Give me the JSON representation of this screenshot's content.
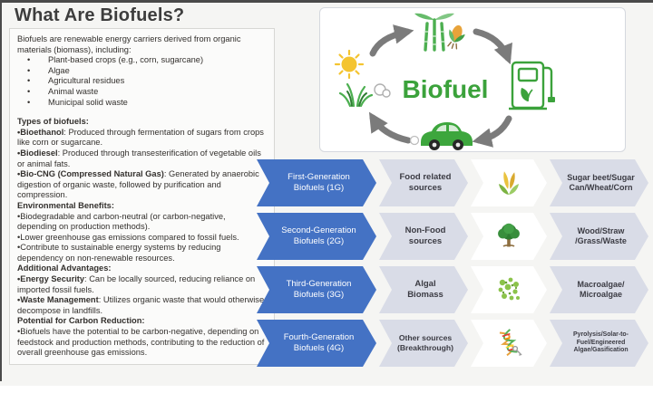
{
  "slide": {
    "title": "What Are Biofuels?"
  },
  "colors": {
    "accent_blue": "#4472C4",
    "light_chevron": "#D9DCE7",
    "biofuel_green": "#3BA23B",
    "arrow_gray": "#7B7B7B"
  },
  "infobox": {
    "intro": "Biofuels are renewable energy carriers derived from organic materials (biomass), including:",
    "intro_bullets": [
      "Plant-based crops (e.g., corn, sugarcane)",
      "Algae",
      "Agricultural residues",
      "Animal waste",
      "Municipal solid waste"
    ],
    "sections": [
      {
        "heading": "Types of biofuels:",
        "items": [
          {
            "lead": "•Bioethanol",
            "text": ": Produced through fermentation of sugars from crops like corn or sugarcane."
          },
          {
            "lead": "•Biodiesel",
            "text": ": Produced through transesterification of vegetable oils or animal fats."
          },
          {
            "lead": "•Bio-CNG (Compressed Natural Gas)",
            "text": ": Generated by anaerobic digestion of organic waste, followed by purification and compression."
          }
        ]
      },
      {
        "heading": "Environmental Benefits:",
        "items": [
          {
            "lead": "",
            "text": "•Biodegradable and carbon-neutral (or carbon-negative, depending on production methods)."
          },
          {
            "lead": "",
            "text": "•Lower greenhouse gas emissions compared to fossil fuels."
          },
          {
            "lead": "",
            "text": "•Contribute to sustainable energy systems by reducing dependency on non-renewable resources."
          }
        ]
      },
      {
        "heading": "Additional Advantages:",
        "items": [
          {
            "lead": "•Energy Security",
            "text": ": Can be locally sourced, reducing reliance on imported fossil fuels."
          },
          {
            "lead": "•Waste Management",
            "text": ": Utilizes organic waste that would otherwise decompose in landfills."
          }
        ]
      },
      {
        "heading": "Potential for Carbon Reduction:",
        "items": [
          {
            "lead": "",
            "text": "•Biofuels have the potential to be carbon-negative, depending on feedstock and production methods, contributing to the reduction of overall greenhouse gas emissions."
          }
        ]
      }
    ]
  },
  "cycle": {
    "label": "Biofuel",
    "icons": [
      "sun-icon",
      "grass-icon",
      "co2-cloud-icon",
      "sugarcane-icon",
      "corn-icon",
      "fuel-pump-icon",
      "car-icon",
      "exhaust-cloud-icon"
    ]
  },
  "generations": {
    "rows": [
      {
        "generation": "First-Generation Biofuels (1G)",
        "source": "Food related sources",
        "icon": "corn-icon",
        "examples": "Sugar beet/Sugar Can/Wheat/Corn"
      },
      {
        "generation": "Second-Generation Biofuels (2G)",
        "source": "Non-Food sources",
        "icon": "tree-icon",
        "examples": "Wood/Straw /Grass/Waste"
      },
      {
        "generation": "Third-Generation Biofuels (3G)",
        "source": "Algal Biomass",
        "icon": "algae-icon",
        "examples": "Macroalgae/ Microalgae"
      },
      {
        "generation": "Fourth-Generation Biofuels (4G)",
        "source": "Other sources (Breakthrough)",
        "icon": "dna-icon",
        "examples": "Pyrolysis/Solar-to-Fuel/Engineered Algae/Gasification"
      }
    ]
  }
}
